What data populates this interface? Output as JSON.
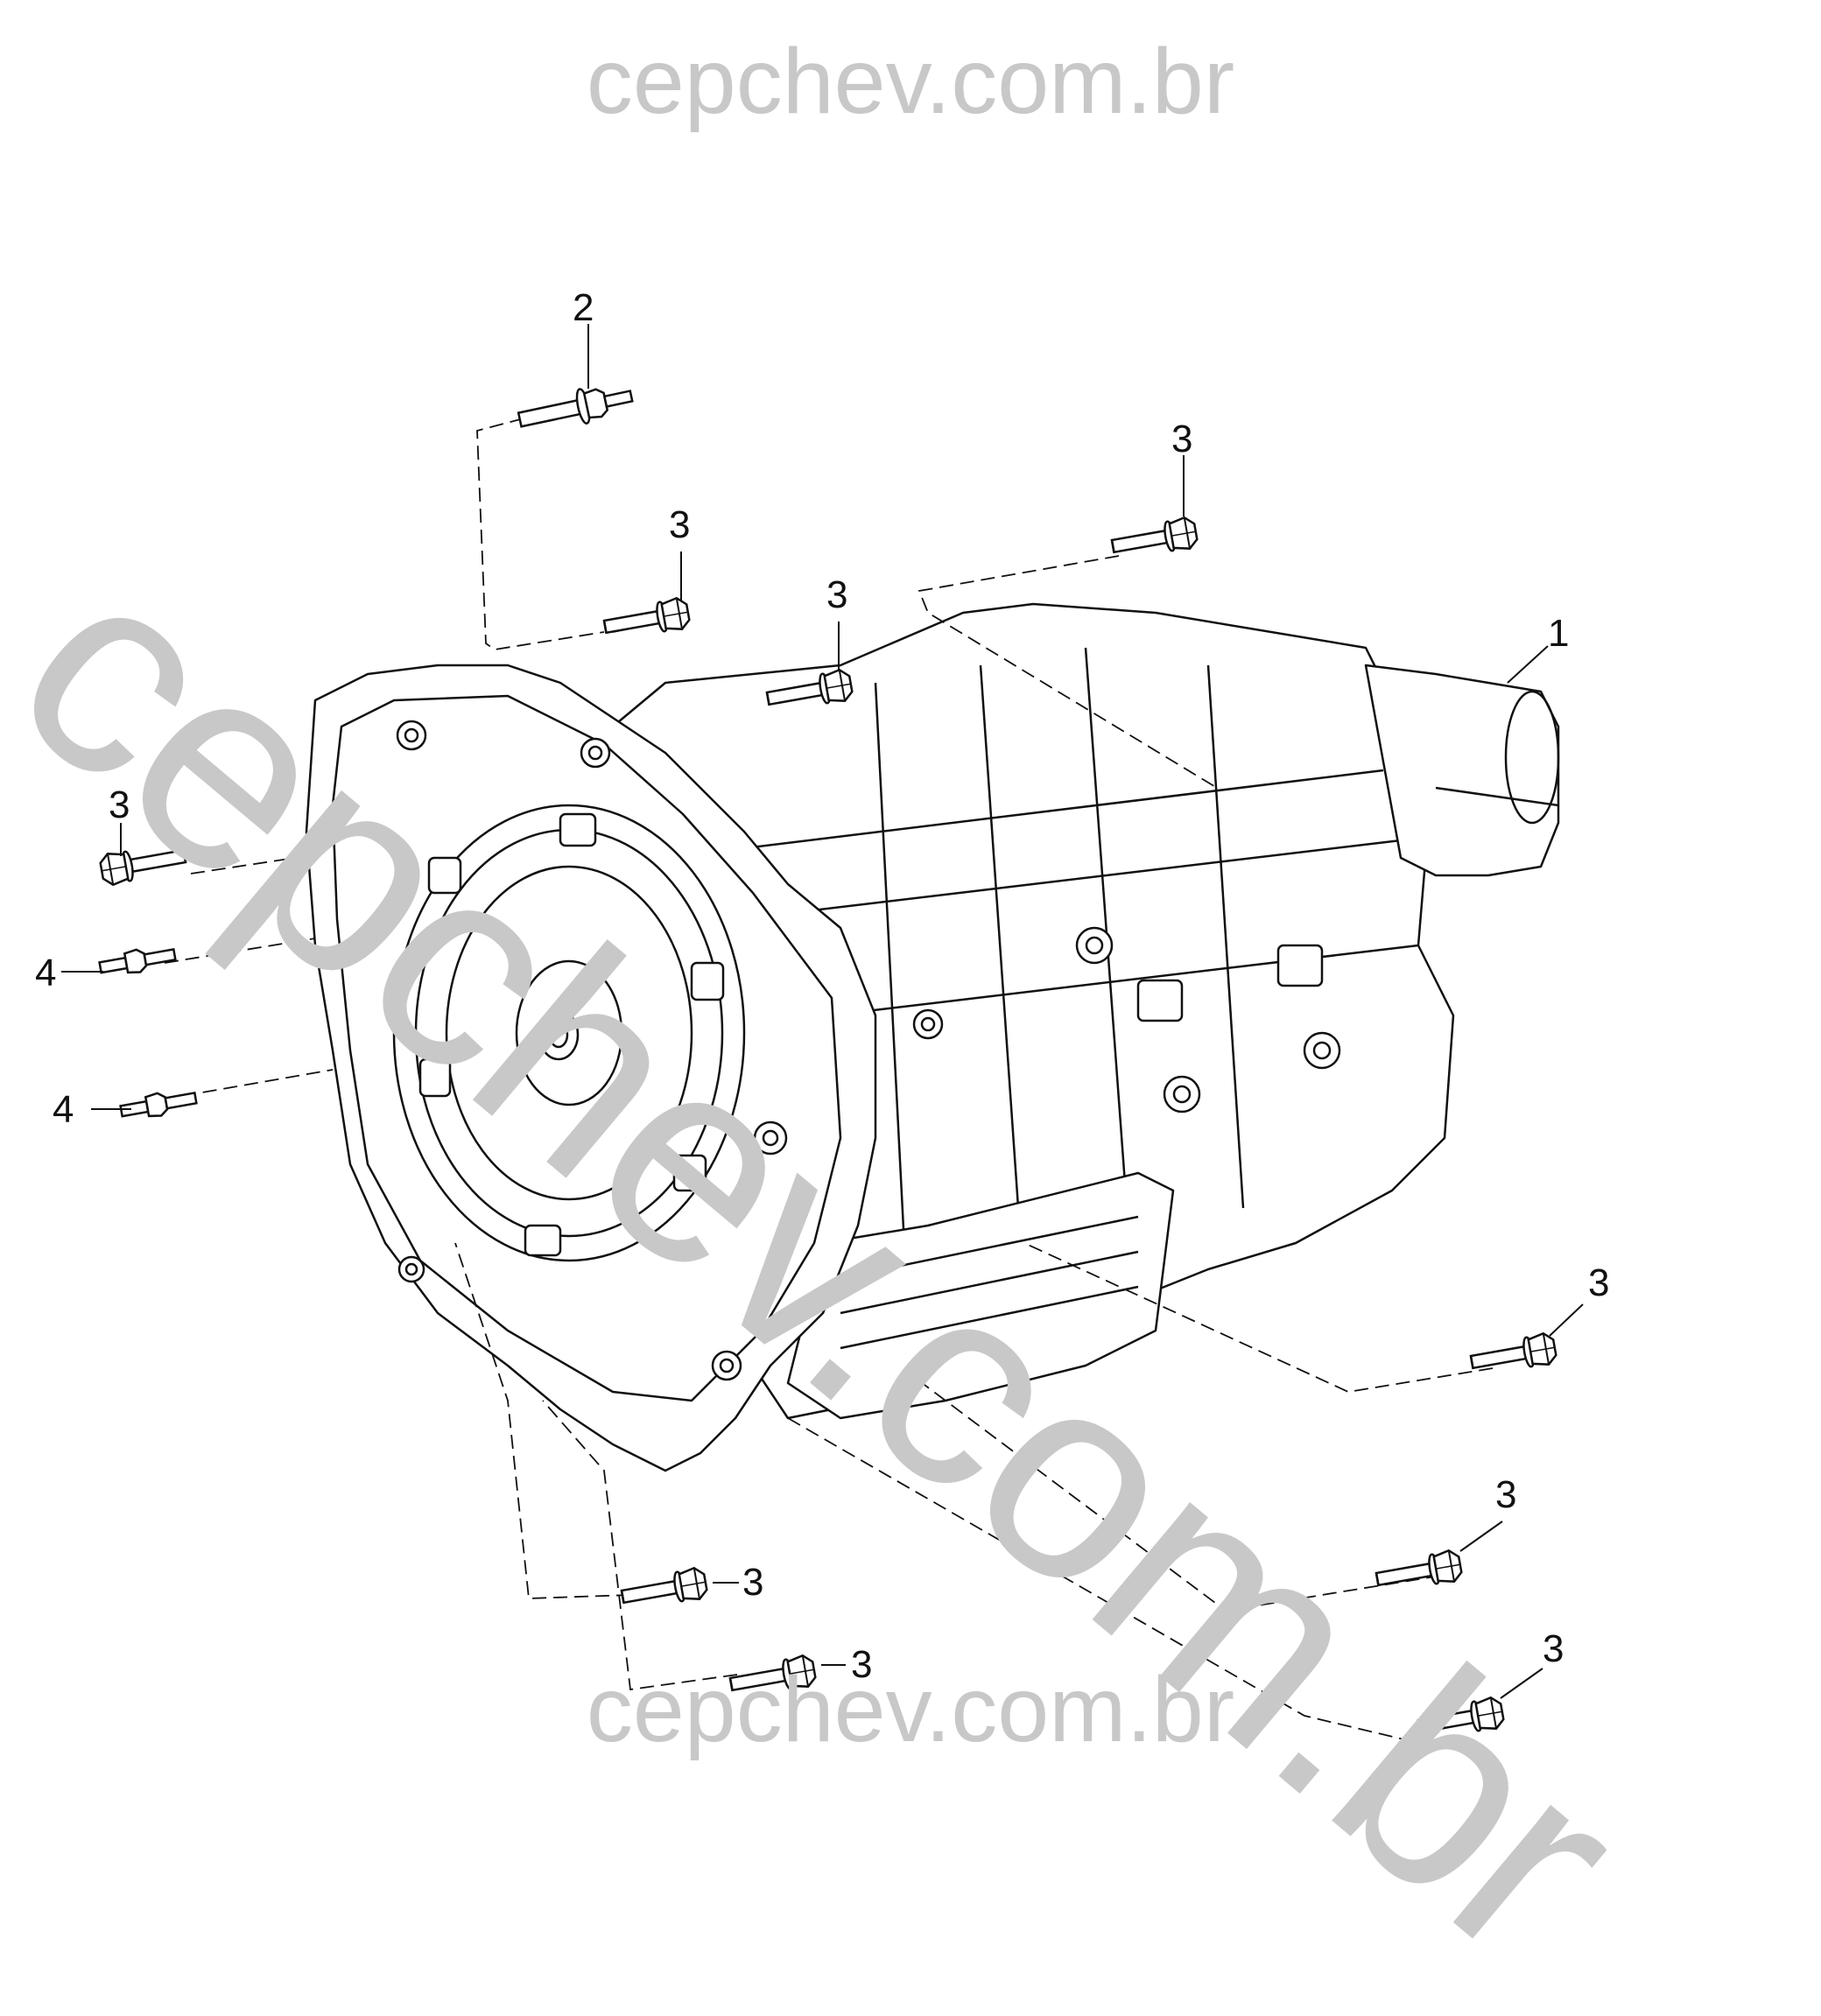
{
  "watermark": {
    "top": "cepchev.com.br",
    "bottom": "cepchev.com.br",
    "diagonal": "cepchev.com.br",
    "color": "#c8c8c8"
  },
  "callouts": {
    "c1": "1",
    "c2": "2",
    "c3a": "3",
    "c3b": "3",
    "c3c": "3",
    "c3d": "3",
    "c3e": "3",
    "c3f": "3",
    "c3g": "3",
    "c3h": "3",
    "c3i": "3",
    "c4a": "4",
    "c4b": "4"
  },
  "line_color": "#111111"
}
